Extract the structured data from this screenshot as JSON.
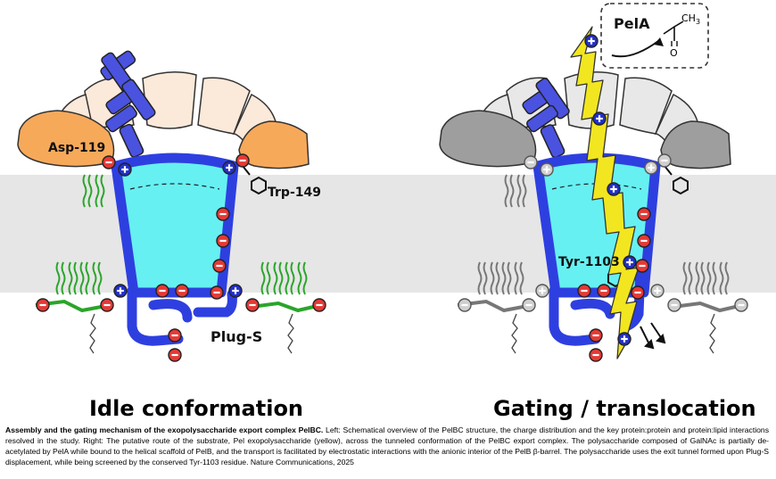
{
  "labels": {
    "asp": "Asp-119",
    "trp": "Trp-149",
    "plug": "Plug-S",
    "tyr": "Tyr-1103",
    "pela": "PelA",
    "ch3": "CH",
    "ch3_sub": "3",
    "oxygen": "O"
  },
  "titles": {
    "left": "Idle conformation",
    "right": "Gating / translocation"
  },
  "caption": {
    "bold": "Assembly and the gating mechanism of the exopolysaccharide export complex PelBC.",
    "text": " Left: Schematical overview of the PelBC structure, the charge distribution and the key protein:protein and protein:lipid interactions resolved in the study. Right: The putative route of the substrate, Pel exopolysaccharide (yellow), across the tunneled conformation of the PelBC export complex. The polysaccharide composed of GalNAc is partially de-acetylated by PelA while bound to the helical scaffold of PelB, and the transport is facilitated by electrostatic interactions with the anionic interior of the PelB β-barrel. The polysaccharide uses the exit tunnel formed upon Plug-S displacement, while being screened by the conserved Tyr-1103 residue. Nature Communications, 2025"
  },
  "colors": {
    "membrane": "#e6e6e6",
    "barrel_fill": "#66f0f2",
    "barrel_outline": "#2e3fe0",
    "helix": "#4a52e0",
    "orange_subunit": "#f7a95a",
    "pale_subunit": "#fbe9da",
    "grey_subunit": "#9e9e9e",
    "light_grey_subunit": "#e8e8e8",
    "negative_charge": "#e53935",
    "positive_charge": "#2230c8",
    "lipid_green": "#2aa52a",
    "polysaccharide": "#f2e621"
  },
  "icons": [
    "minus-charge-icon",
    "plus-charge-icon",
    "aromatic-ring-icon",
    "lightning-polysaccharide-icon"
  ]
}
